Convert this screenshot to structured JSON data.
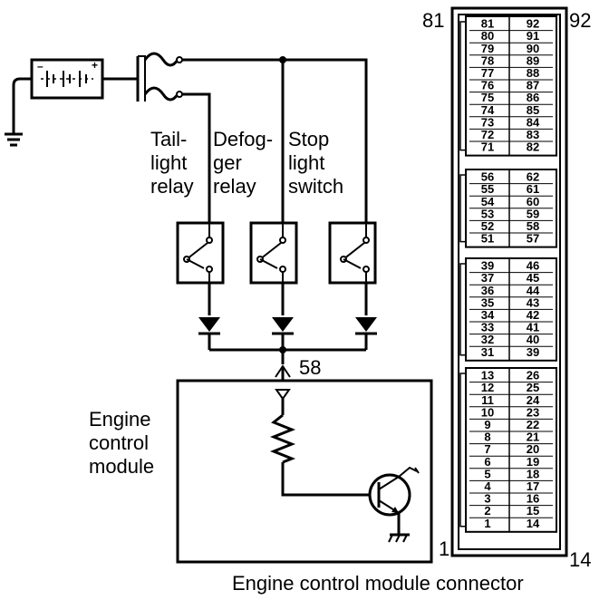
{
  "labels": {
    "tail_light_relay": [
      "Tail-",
      "light",
      "relay"
    ],
    "defogger_relay": [
      "Defog-",
      "ger",
      "relay"
    ],
    "stop_light_switch": [
      "Stop",
      "light",
      "switch"
    ],
    "ecm": [
      "Engine",
      "control",
      "module"
    ],
    "terminal": "58",
    "connector_caption": "Engine control module connector"
  },
  "connector": {
    "corner_top_left": "81",
    "corner_top_right": "92",
    "corner_bottom_left": "1",
    "corner_bottom_right": "14",
    "groups": [
      {
        "left": [
          "81",
          "80",
          "79",
          "78",
          "77",
          "76",
          "75",
          "74",
          "73",
          "72",
          "71"
        ],
        "right": [
          "92",
          "91",
          "90",
          "89",
          "88",
          "87",
          "86",
          "85",
          "84",
          "83",
          "82"
        ]
      },
      {
        "left": [
          "56",
          "55",
          "54",
          "53",
          "52",
          "51"
        ],
        "right": [
          "62",
          "61",
          "60",
          "59",
          "58",
          "57"
        ]
      },
      {
        "left": [
          "39",
          "37",
          "36",
          "35",
          "34",
          "33",
          "32",
          "31"
        ],
        "right": [
          "46",
          "45",
          "44",
          "43",
          "42",
          "41",
          "40",
          "39"
        ]
      },
      {
        "left": [
          "13",
          "12",
          "11",
          "10",
          "9",
          "8",
          "7",
          "6",
          "5",
          "4",
          "3",
          "2",
          "1"
        ],
        "right": [
          "26",
          "25",
          "24",
          "23",
          "22",
          "21",
          "20",
          "19",
          "18",
          "17",
          "16",
          "15",
          "14"
        ]
      }
    ]
  }
}
